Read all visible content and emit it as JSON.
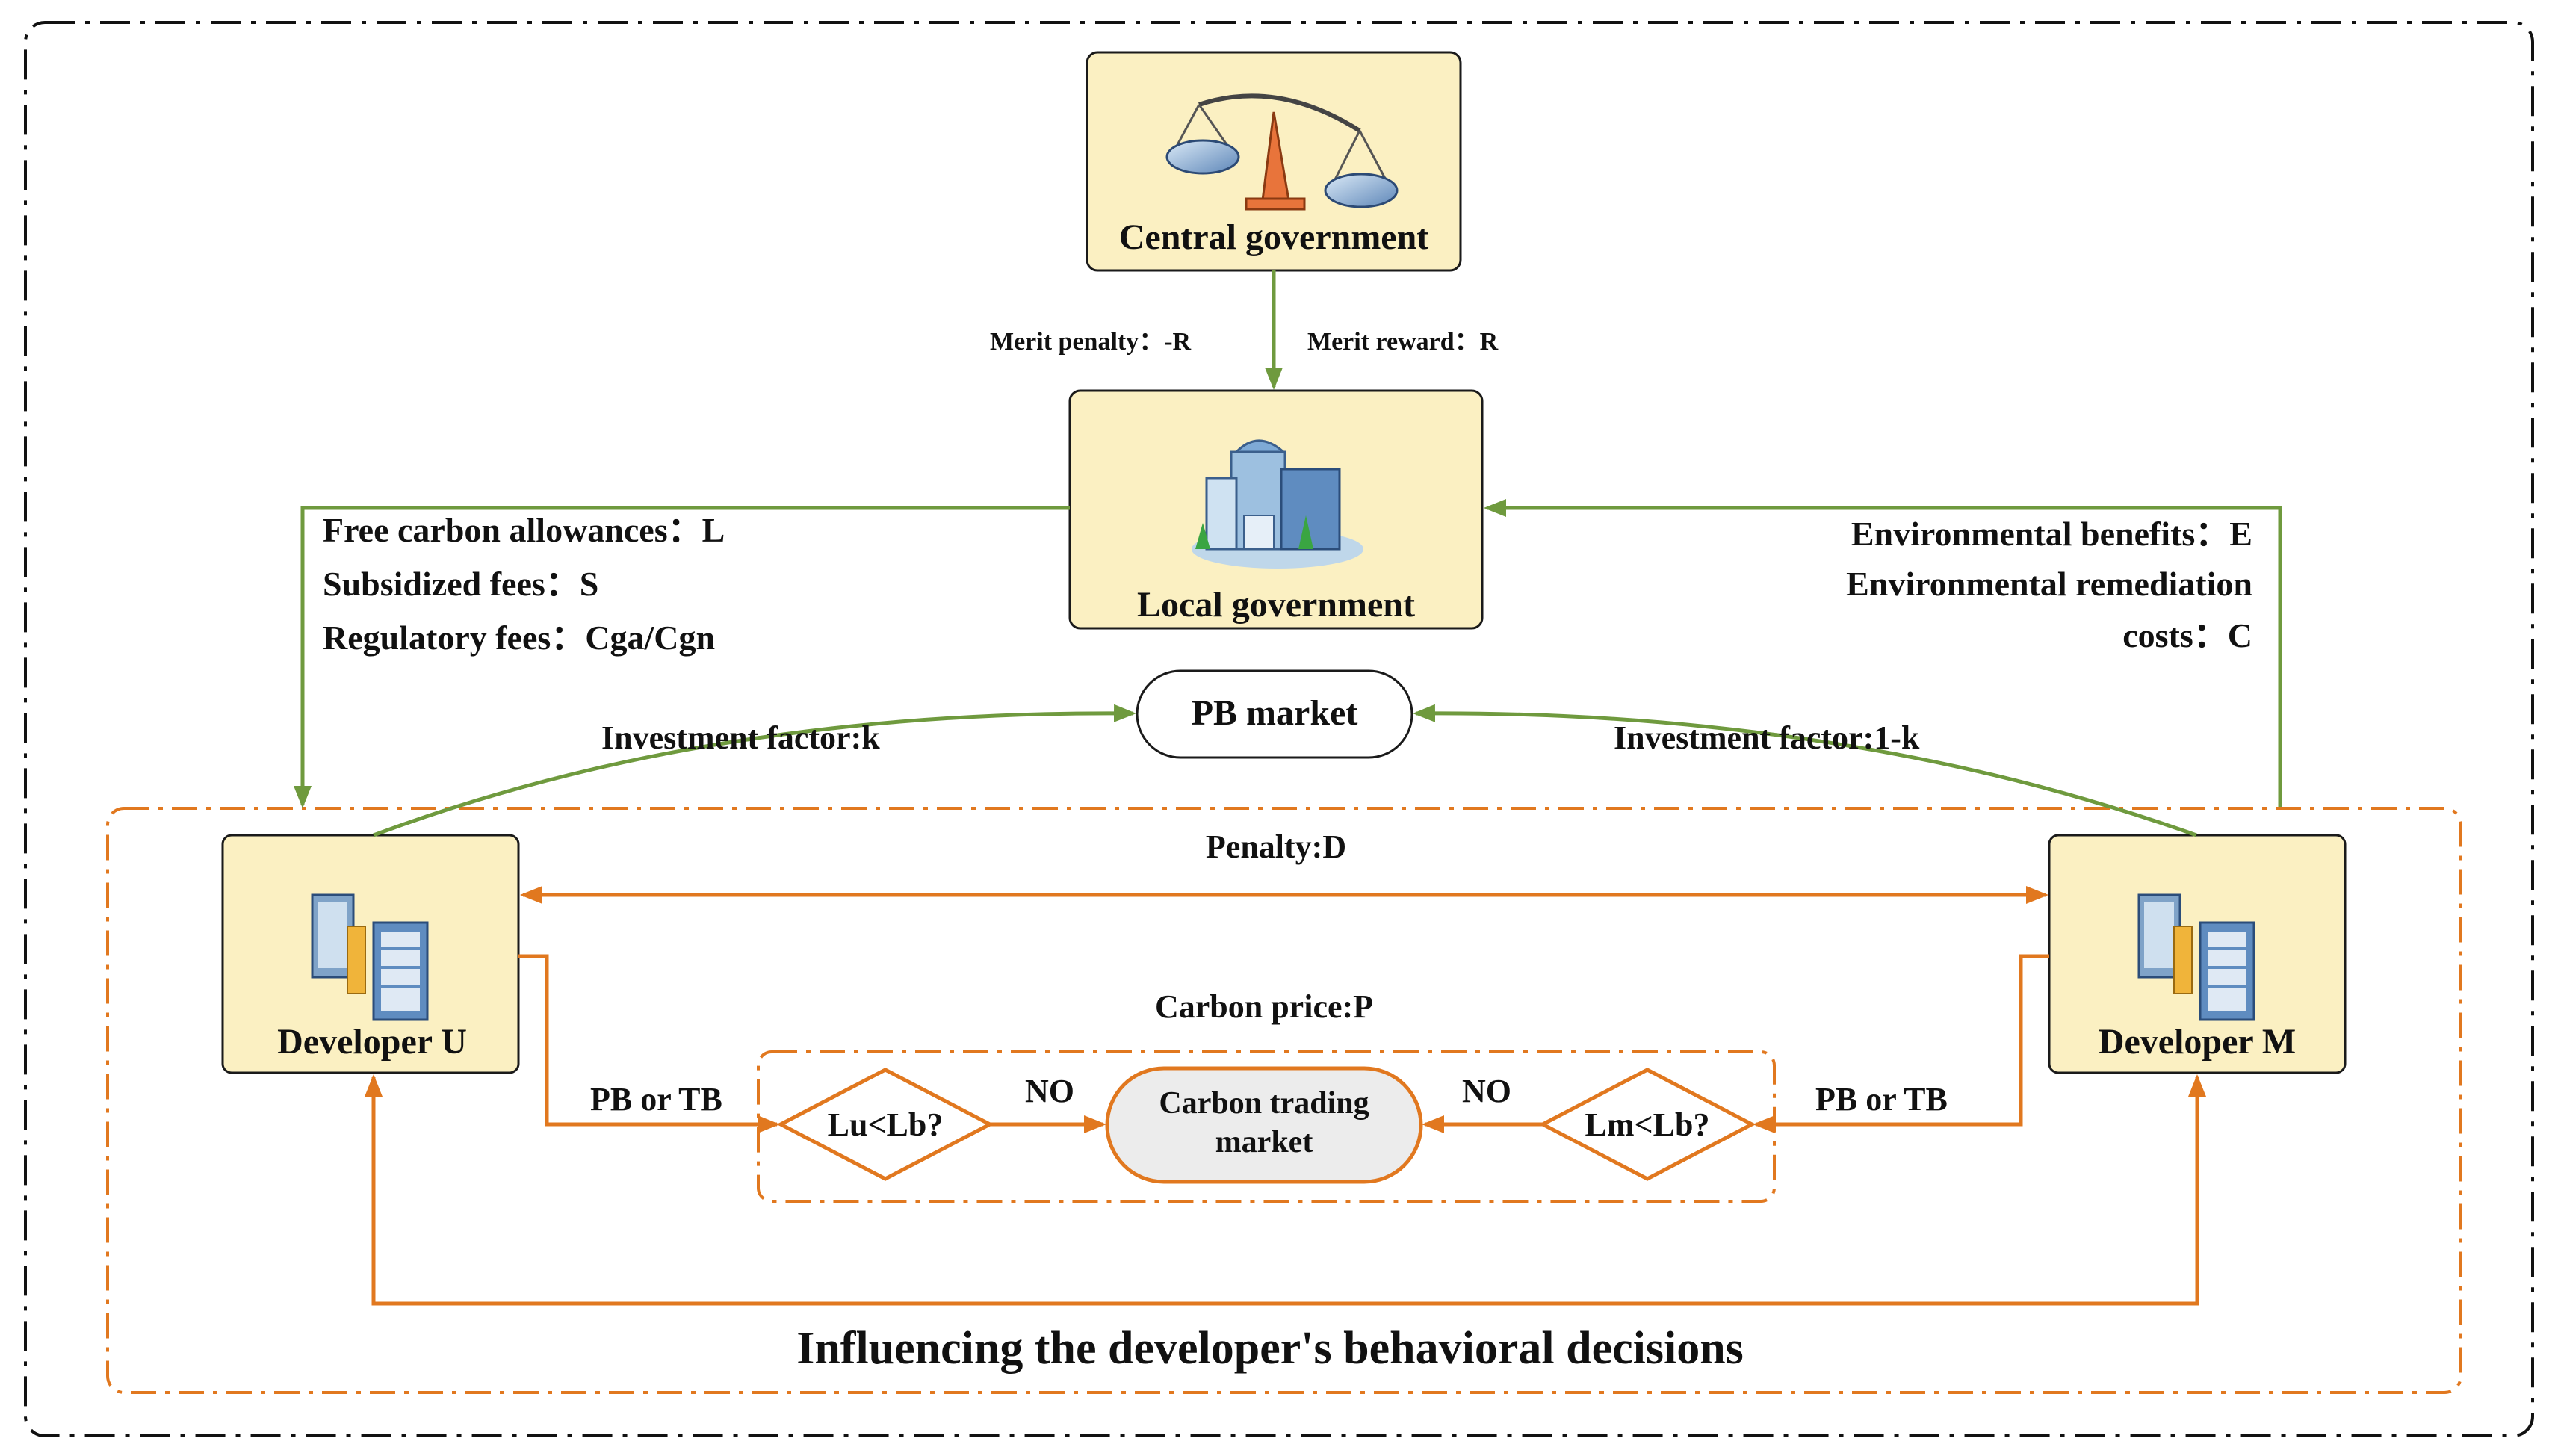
{
  "nodes": {
    "central": "Central government",
    "local": "Local government",
    "pb_market": "PB market",
    "developer_u": "Developer U",
    "developer_m": "Developer M",
    "carbon_market_line1": "Carbon trading",
    "carbon_market_line2": "market",
    "decision_u": "Lu<Lb?",
    "decision_m": "Lm<Lb?"
  },
  "labels": {
    "merit_penalty": "Merit penalty：-R",
    "merit_reward": "Merit reward：R",
    "free_allowances": "Free carbon allowances：L",
    "subsidized_fees": "Subsidized fees：S",
    "regulatory_fees": "Regulatory fees：Cga/Cgn",
    "env_benefits": "Environmental benefits：E",
    "env_remediation_1": "Environmental remediation",
    "env_remediation_2": "costs：C",
    "investment_k": "Investment factor:k",
    "investment_1k": "Investment factor:1-k",
    "penalty": "Penalty:D",
    "carbon_price": "Carbon price:P",
    "pb_or_tb_left": "PB or TB",
    "pb_or_tb_right": "PB or TB",
    "no_left": "NO",
    "no_right": "NO",
    "influence": "Influencing the developer's behavioral decisions"
  },
  "colors": {
    "box_fill": "#fbf0c2",
    "green_arrow": "#6f9a3e",
    "orange_arrow": "#e1781f",
    "market_fill": "#ececec"
  },
  "icons": [
    "scales-icon",
    "government-building-icon",
    "office-buildings-icon"
  ]
}
